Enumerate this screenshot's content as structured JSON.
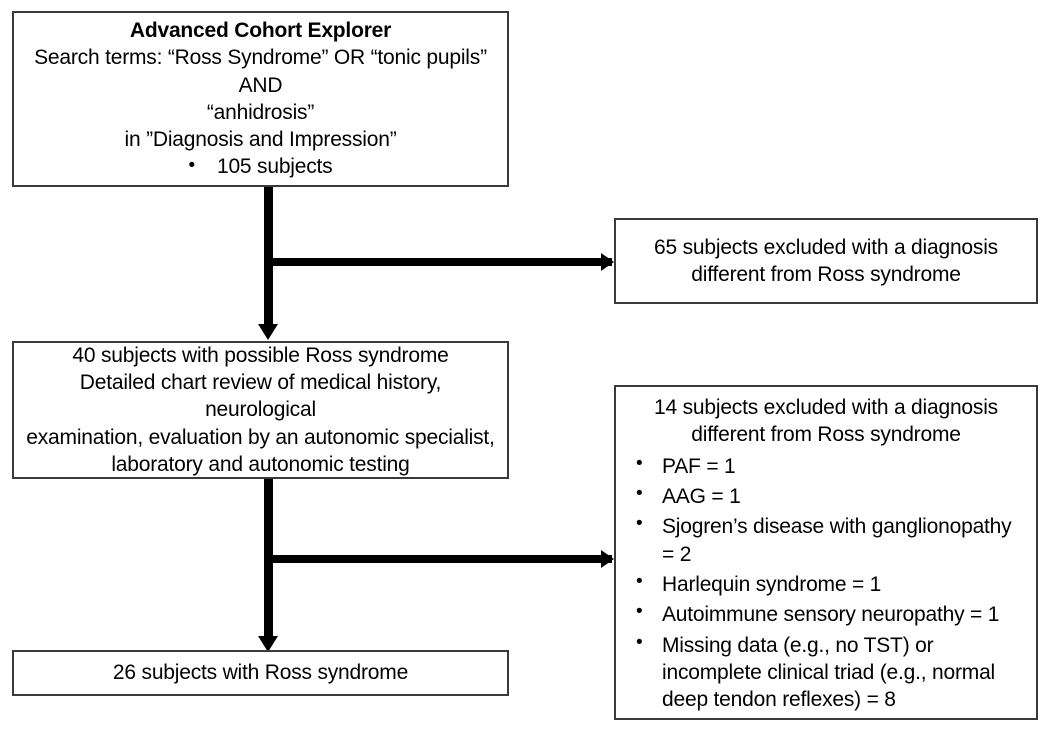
{
  "figure": {
    "type": "flowchart",
    "orientation": "top-to-bottom-with-right-exclusion-branches"
  },
  "nodes": {
    "source": {
      "title": "Advanced Cohort Explorer",
      "line1": "Search terms: “Ross Syndrome” OR “tonic pupils” AND",
      "line2": "“anhidrosis”",
      "line3": "in ”Diagnosis and Impression”",
      "bullet1": "105 subjects"
    },
    "review": {
      "line1": "40 subjects with possible Ross syndrome",
      "line2": "Detailed chart review of medical history, neurological",
      "line3": "examination, evaluation by an autonomic specialist,",
      "line4": "laboratory and autonomic testing"
    },
    "final": {
      "line1": "26 subjects with Ross syndrome"
    },
    "excluded_1": {
      "line1": "65 subjects excluded with a diagnosis",
      "line2": "different from Ross syndrome"
    },
    "excluded_2": {
      "line1": "14 subjects excluded with a diagnosis",
      "line2": "different from Ross syndrome",
      "bullets": [
        "PAF = 1",
        "AAG = 1",
        "Sjogren’s disease with ganglionopathy = 2",
        "Harlequin syndrome = 1",
        "Autoimmune sensory neuropathy = 1",
        "Missing data (e.g., no TST) or incomplete clinical triad (e.g., normal deep tendon reflexes) = 8"
      ]
    }
  },
  "colors": {
    "box_border": "#3a3a3a",
    "connector": "#000000",
    "text": "#000000",
    "background": "#ffffff"
  }
}
